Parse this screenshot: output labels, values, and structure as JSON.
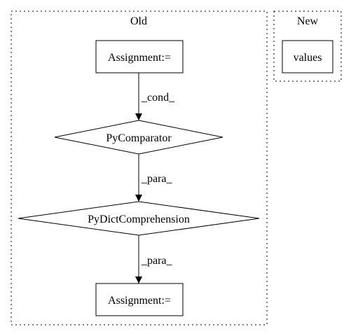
{
  "clusters": {
    "old": {
      "label": "Old"
    },
    "new": {
      "label": "New"
    }
  },
  "nodes": {
    "assign_top": {
      "label": "Assignment:=",
      "shape": "box"
    },
    "comparator": {
      "label": "PyComparator",
      "shape": "diamond"
    },
    "dictcomp": {
      "label": "PyDictComprehension",
      "shape": "diamond"
    },
    "assign_bottom": {
      "label": "Assignment:=",
      "shape": "box"
    },
    "values": {
      "label": "values",
      "shape": "box"
    }
  },
  "edges": [
    {
      "from": "assign_top",
      "to": "comparator",
      "label": "_cond_"
    },
    {
      "from": "comparator",
      "to": "dictcomp",
      "label": "_para_"
    },
    {
      "from": "dictcomp",
      "to": "assign_bottom",
      "label": "_para_"
    }
  ],
  "colors": {
    "stroke": "#000000",
    "background": "#ffffff"
  }
}
